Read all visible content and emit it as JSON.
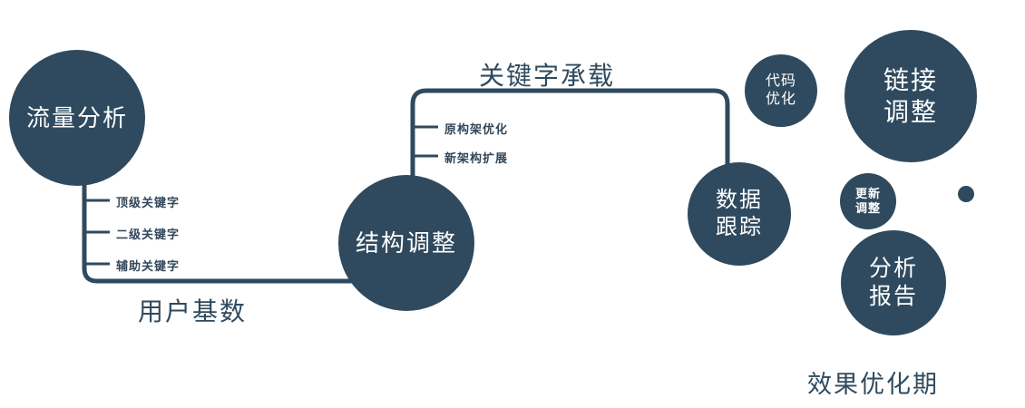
{
  "diagram": {
    "nodes": {
      "traffic_analysis": {
        "label": "流量分析"
      },
      "structure_adjustment": {
        "label": "结构调整"
      },
      "data_tracking": {
        "lines": [
          "数据",
          "跟踪"
        ]
      },
      "code_optimization": {
        "lines": [
          "代码",
          "优化"
        ]
      },
      "link_adjustment": {
        "lines": [
          "链接",
          "调整"
        ]
      },
      "update_adjustment": {
        "lines": [
          "更新",
          "调整"
        ]
      },
      "analysis_report": {
        "lines": [
          "分析",
          "报告"
        ]
      }
    },
    "edge_labels": {
      "keyword_carrying": "关键字承载",
      "user_base": "用户基数"
    },
    "branches": {
      "traffic": [
        "顶级关键字",
        "二级关键字",
        "辅助关键字"
      ],
      "structure": [
        "原构架优化",
        "新架构扩展"
      ]
    },
    "caption": "效果优化期",
    "colors": {
      "node_fill": "#2f4a5e",
      "line": "#2f4a5e",
      "branch_text": "#33475a",
      "node_text": "#ffffff",
      "background": "#ffffff"
    }
  }
}
